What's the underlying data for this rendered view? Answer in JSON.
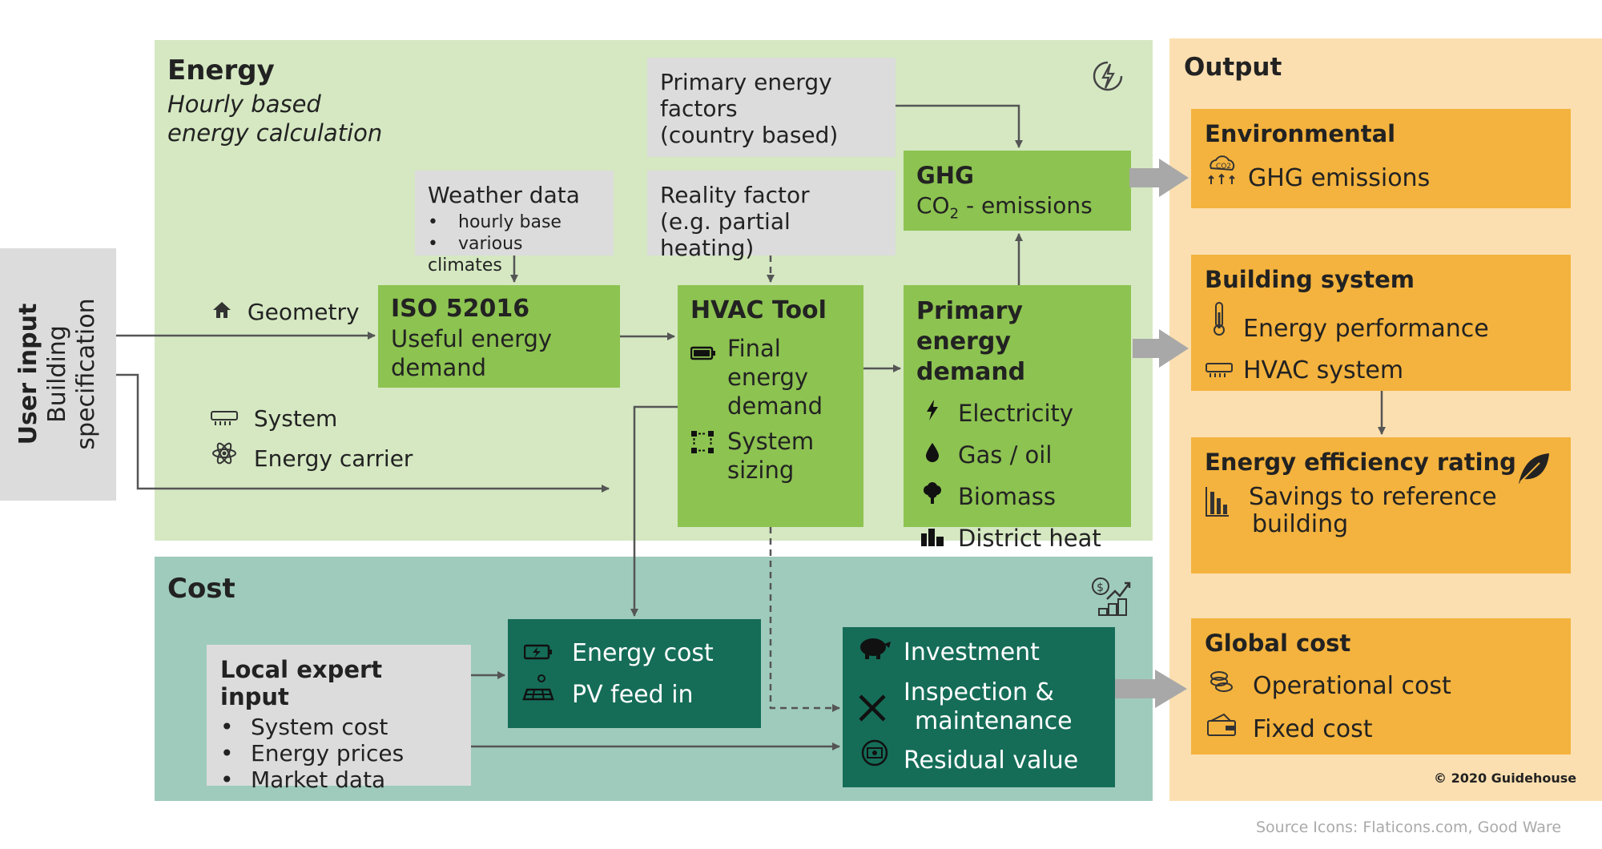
{
  "energy": {
    "title": "Energy",
    "subtitle_line1": "Hourly based",
    "subtitle_line2": "energy calculation"
  },
  "user_input": {
    "line1": "User input",
    "line2": "Building",
    "line3": "specification"
  },
  "inputs": {
    "geometry": "Geometry",
    "system": "System",
    "energy_carrier": "Energy carrier"
  },
  "weather": {
    "title": "Weather data",
    "items": [
      "hourly base",
      "various climates"
    ]
  },
  "primary_factors": {
    "line1": "Primary energy",
    "line2": "factors",
    "line3": "(country based)"
  },
  "reality_factor": {
    "line1": "Reality factor",
    "line2": "(e.g. partial heating)"
  },
  "iso": {
    "title": "ISO 52016",
    "line1": "Useful energy",
    "line2": "demand"
  },
  "hvac": {
    "title": "HVAC Tool",
    "item1_line1": "Final",
    "item1_line2": "energy",
    "item1_line3": "demand",
    "item2_line1": "System",
    "item2_line2": "sizing"
  },
  "ghg": {
    "title": "GHG",
    "co": "CO",
    "sub": "2",
    "rest": " - emissions"
  },
  "primary_demand": {
    "title_line1": "Primary energy",
    "title_line2": "demand",
    "items": [
      "Electricity",
      "Gas / oil",
      "Biomass",
      "District heat"
    ]
  },
  "cost": {
    "title": "Cost"
  },
  "local_expert": {
    "title": "Local expert input",
    "items": [
      "System cost",
      "Energy prices",
      "Market data"
    ]
  },
  "energy_cost": {
    "item1": "Energy cost",
    "item2": "PV feed in"
  },
  "investment": {
    "item1": "Investment",
    "item2_line1": "Inspection &",
    "item2_line2": "maintenance",
    "item3": "Residual value"
  },
  "output": {
    "title": "Output",
    "environmental": {
      "title": "Environmental",
      "item": "GHG emissions"
    },
    "building_system": {
      "title": "Building system",
      "item1": "Energy performance",
      "item2": "HVAC system"
    },
    "rating": {
      "title": "Energy efficiency rating",
      "line1": "Savings to reference",
      "line2": "building"
    },
    "global_cost": {
      "title": "Global cost",
      "item1": "Operational cost",
      "item2": "Fixed cost"
    },
    "copyright": "© 2020 Guidehouse"
  },
  "source": "Source Icons: Flaticons.com, Good Ware",
  "colors": {
    "energy_panel": "#d5e8c2",
    "cost_panel": "#9fcbbc",
    "output_panel": "#fcdfb0",
    "green_box": "#8dc351",
    "dark_green_box": "#156d58",
    "orange_box": "#f4b33e",
    "grey_box": "#dcdcdc"
  }
}
